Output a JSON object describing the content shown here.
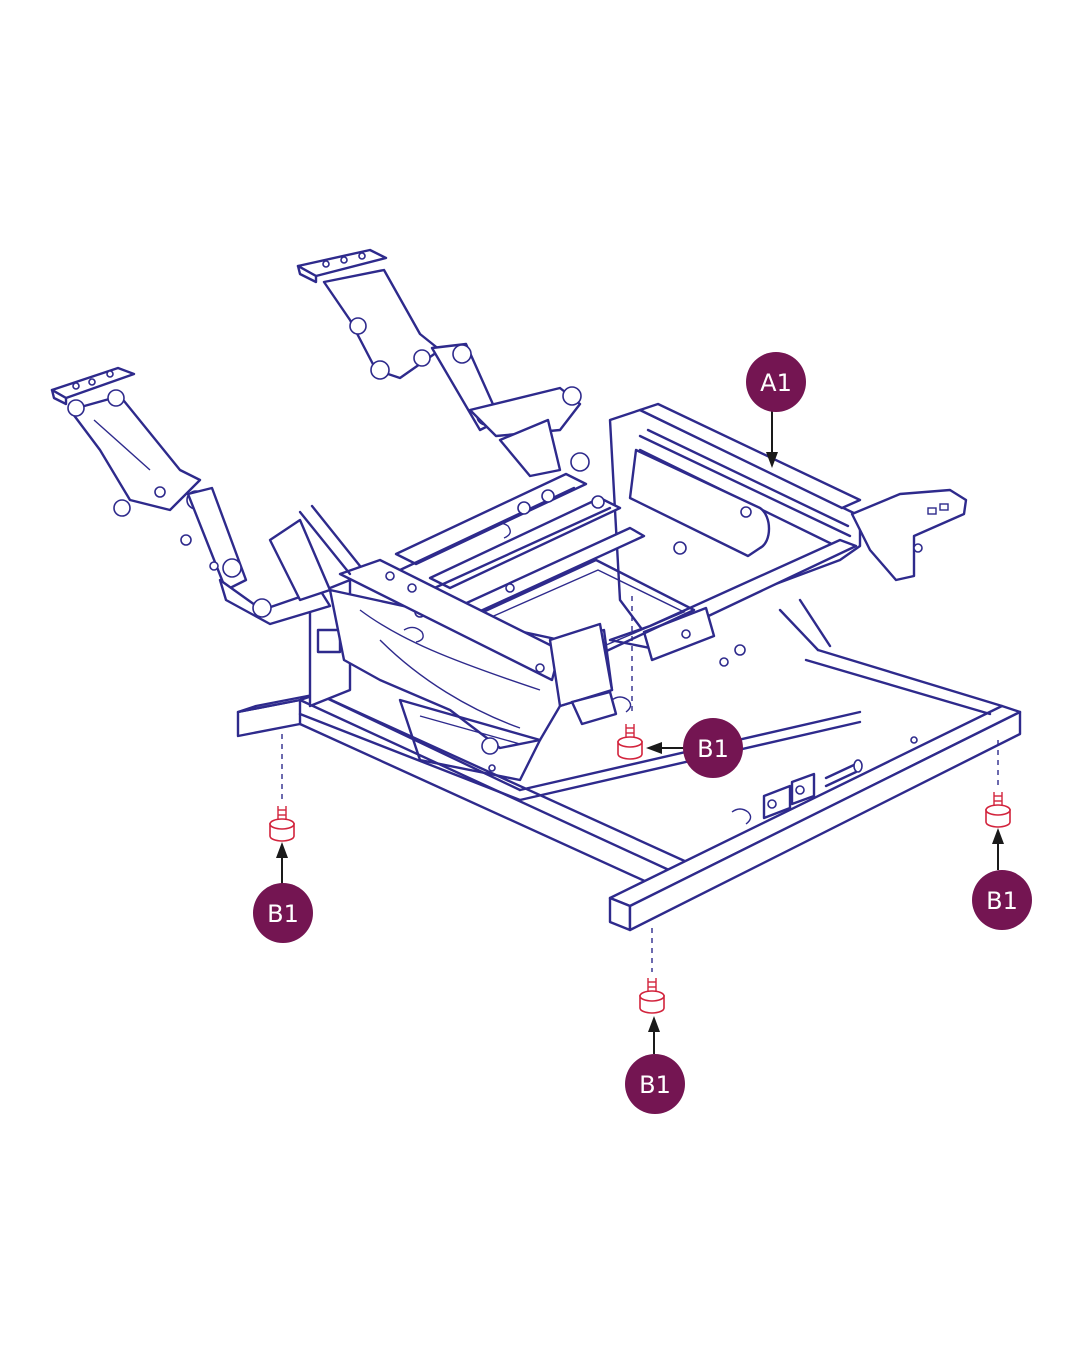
{
  "diagram": {
    "callouts": {
      "frame_assembly": "A1",
      "glide_center": "B1",
      "glide_left": "B1",
      "glide_right": "B1",
      "glide_bottom": "B1"
    },
    "colors": {
      "line_art": "#2e2a8c",
      "callout_fill": "#741552",
      "callout_text": "#ffffff",
      "glide_highlight": "#d2233c",
      "leader_arrow": "#1a1a1a"
    }
  }
}
